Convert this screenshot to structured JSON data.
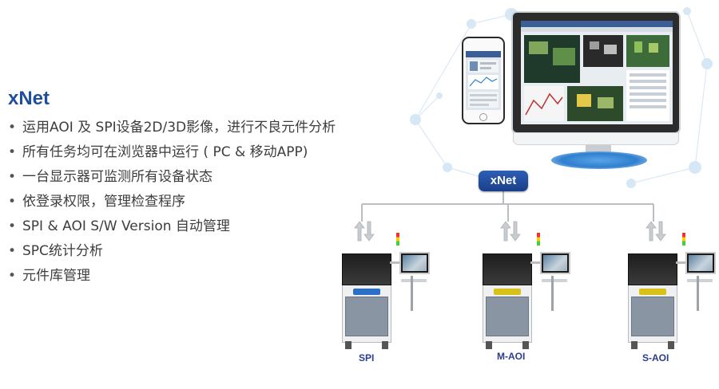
{
  "title": "xNet",
  "features": [
    "运用AOI 及 SPI设备2D/3D影像，进行不良元件分析",
    "所有任务均可在浏览器中运行 ( PC &  移动APP)",
    "一台显示器可监测所有设备状态",
    "依登录权限，管理检查程序",
    "SPI & AOI S/W Version 自动管理",
    "SPC统计分析",
    "元件库管理"
  ],
  "bullet": "•",
  "badge": "xNet",
  "machines": [
    {
      "name": "SPI",
      "plate_color": "#2b6fc9"
    },
    {
      "name": "M-AOI",
      "plate_color": "#d8c21a"
    },
    {
      "name": "S-AOI",
      "plate_color": "#d8c21a"
    }
  ],
  "colors": {
    "accent": "#1f4e9e",
    "node": "#cfe3f4",
    "line": "#b9bec4"
  }
}
